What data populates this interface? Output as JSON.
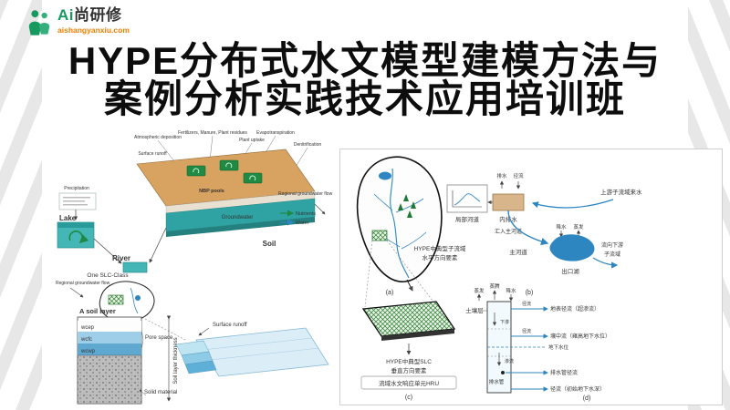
{
  "logo": {
    "brand_ai": "Ai",
    "brand_rest": "尚研修",
    "url": "aishangyanxiu.com"
  },
  "title": {
    "line1": "HYPE分布式水文模型建模方法与",
    "line2": "案例分析实践技术应用培训班"
  },
  "fig_left": {
    "atm": "Atmospheric deposition",
    "fert": "Fertilizers, Manure, Plant residues",
    "uptake": "Plant uptake",
    "evap": "Evapotranspiration",
    "denit": "Denitrification",
    "surface_runoff": "Surface runoff",
    "pools": "NBP pools",
    "groundwater": "Groundwater",
    "soil": "Soil",
    "lake": "Lake",
    "river": "River",
    "precipitation": "Precipitation",
    "regional_left": "Regional groundwater flow",
    "regional_right": "Regional groundwater flow",
    "nutrients": "Nutrients",
    "water": "Water",
    "one_slc": "One SLC-Class",
    "a_soil_layer": "A soil layer",
    "wcep": "wcep",
    "wcfc": "wcfc",
    "wcwp": "wcwp",
    "pore_space": "Pore space",
    "thickness": "Soil layer thickness",
    "solid": "Solid material"
  },
  "fig_right": {
    "cap_h1": "HYPE中典型子流域",
    "cap_h2": "水平方向要素",
    "a": "(a)",
    "b": "(b)",
    "c": "(c)",
    "d": "(d)",
    "upstream": "上游子流域来水",
    "local_channel": "局部河道",
    "drain_up": "排水",
    "runoff_down": "径流",
    "inner_drain": "内排水",
    "join_main": "汇入主河道",
    "main_channel": "主河道",
    "precip_small": "降水",
    "evap_small": "蒸发",
    "to_down1": "流向下游",
    "to_down2": "子流域",
    "outlet_lake": "出口湖",
    "cap_v1": "HYPE中典型SLC",
    "cap_v2": "垂直方向要素",
    "hru": "流域水文响应单元HRU",
    "soil_layer": "土壤层",
    "evap2": "蒸发",
    "transp": "蒸腾",
    "precip2": "降水",
    "surf_runoff": "地表径流（超渗流）",
    "interflow": "壤中流（雍高地下水位）",
    "runoff_a": "径流",
    "infiltration": "下渗",
    "percolation": "渗流",
    "water_table": "地下水位",
    "drain_pipe": "排水管",
    "pipe_runoff": "排水管径流",
    "deep_runoff": "径流（初始地下水深）"
  }
}
